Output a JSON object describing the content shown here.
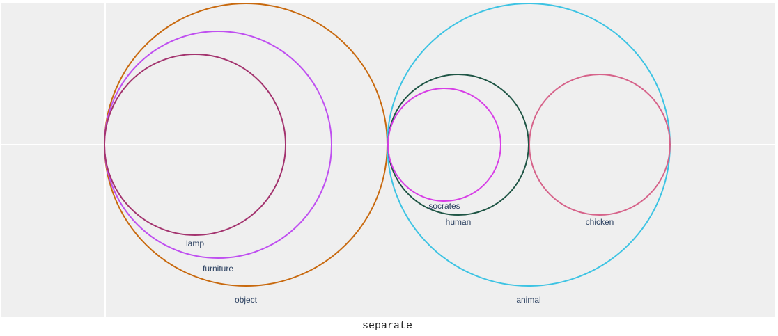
{
  "diagram": {
    "title": "separate",
    "colors": {
      "plot_background": "#efefef",
      "gridline": "#ffffff",
      "label": "#2a3f5f"
    },
    "sets": [
      {
        "id": "object",
        "label": "object",
        "color": "#c8690e"
      },
      {
        "id": "furniture",
        "label": "furniture",
        "color": "#bf4ff0",
        "parent": "object"
      },
      {
        "id": "lamp",
        "label": "lamp",
        "color": "#a3336e",
        "parent": "furniture"
      },
      {
        "id": "animal",
        "label": "animal",
        "color": "#3cc3e3"
      },
      {
        "id": "human",
        "label": "human",
        "color": "#1f5545",
        "parent": "animal"
      },
      {
        "id": "socrates",
        "label": "socrates",
        "color": "#d73ee6",
        "parent": "human"
      },
      {
        "id": "chicken",
        "label": "chicken",
        "color": "#d6638a",
        "parent": "animal"
      }
    ]
  }
}
